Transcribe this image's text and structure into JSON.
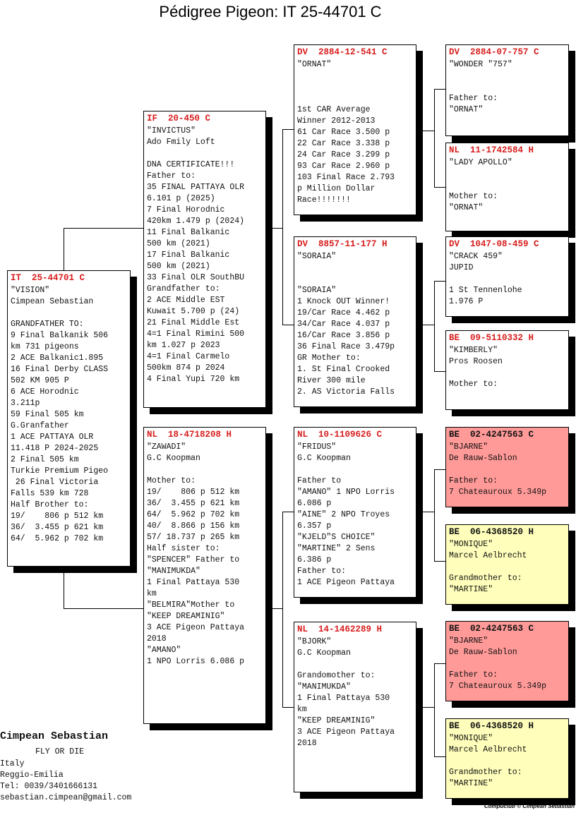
{
  "title": "Pédigree Pigeon: IT  25-44701 C",
  "boxes": {
    "b1": {
      "ring": "IT  25-44701 C",
      "style": "white",
      "lines": [
        "\"VISION\"",
        "Cimpean Sebastian",
        "",
        "GRANDFATHER TO:",
        "9 Final Balkanik 506",
        "km 731 pigeons",
        "2 ACE Balkanic1.895",
        "16 Final Derby CLASS",
        "502 KM 905 P",
        "6 ACE Horodnic",
        "3.211p",
        "59 Final 505 km",
        "G.Granfather",
        "1 ACE PATTAYA OLR",
        "11.418 P 2024-2025",
        "2 Final 505 km",
        "Turkie Premium Pigeo",
        " 26 Final Victoria",
        "Falls 539 km 728",
        "Half Brother to:",
        "19/    806 p 512 km",
        "36/  3.455 p 621 km",
        "64/  5.962 p 702 km"
      ]
    },
    "b2": {
      "ring": "IF  20-450 C",
      "style": "white",
      "lines": [
        "\"INVICTUS\"",
        "Ado Fmily Loft",
        "",
        "DNA CERTIFICATE!!!",
        "Father to:",
        "35 FINAL PATTAYA OLR",
        "6.101 p (2025)",
        "7 Final Horodnic",
        "420km 1.479 p (2024)",
        "11 Final Balkanic",
        "500 km (2021)",
        "17 Final Balkanic",
        "500 km (2021)",
        "33 Final OLR SouthBU",
        "Grandfather to:",
        "2 ACE Middle EST",
        "Kuwait 5.700 p (24)",
        "21 Final Middle Est",
        "4=1 Final Rimini 500",
        "km 1.027 p 2023",
        "4=1 Final Carmelo",
        "500km 874 p 2024",
        "4 Final Yupi 720 km"
      ]
    },
    "b3": {
      "ring": "NL  18-4718208 H",
      "style": "white",
      "lines": [
        "\"ZAWADI\"",
        "G.C Koopman",
        "",
        "Mother to:",
        "19/    806 p 512 km",
        "36/  3.455 p 621 km",
        "64/  5.962 p 702 km",
        "40/  8.866 p 156 km",
        "57/ 18.737 p 265 km",
        "Half sister to:",
        "\"SPENCER\" Father to",
        "\"MANIMUKDA\"",
        "1 Final Pattaya 530",
        "km",
        "\"BELMIRA\"Mother to",
        "\"KEEP DREAMINIG\"",
        "3 ACE Pigeon Pattaya",
        "2018",
        "\"AMANO\"",
        "1 NPO Lorris 6.086 p"
      ]
    },
    "b4": {
      "ring": "DV  2884-12-541 C",
      "style": "white",
      "lines": [
        "\"ORNAT\"",
        "",
        "",
        "",
        "1st CAR Average",
        "Winner 2012-2013",
        "61 Car Race 3.500 p",
        "22 Car Race 3.338 p",
        "24 Car Race 3.299 p",
        "93 Car Race 2.960 p",
        "103 Final Race 2.793",
        "p Million Dollar",
        "Race!!!!!!!"
      ]
    },
    "b5": {
      "ring": "DV  8857-11-177 H",
      "style": "white",
      "lines": [
        "\"SORAIA\"",
        "",
        "",
        "\"SORAIA\"",
        "1 Knock OUT Winner!",
        "19/Car Race 4.462 p",
        "34/Car Race 4.037 p",
        "16/Car Race 3.856 p",
        "36 Final Race 3.479p",
        "GR Mother to:",
        "1. St Final Crooked",
        "River 300 mile",
        "2. AS Victoria Falls"
      ]
    },
    "b6": {
      "ring": "NL  10-1109626 C",
      "style": "white",
      "lines": [
        "\"FRIDUS\"",
        "G.C Koopman",
        "",
        "Father to",
        "\"AMANO\" 1 NPO Lorris",
        "6.086 p",
        "\"AINE\" 2 NPO Troyes",
        "6.357 p",
        "\"KJELD\"S CHOICE\"",
        "\"MARTINE\" 2 Sens",
        "6.386 p",
        "Father to:",
        "1 ACE Pigeon Pattaya"
      ]
    },
    "b7": {
      "ring": "NL  14-1462289 H",
      "style": "white",
      "lines": [
        "\"BJORK\"",
        "G.C Koopman",
        "",
        "Grandomother to:",
        "\"MANIMUKDA\"",
        "1 Final Pattaya 530",
        "km",
        "\"KEEP DREAMINIG\"",
        "3 ACE Pigeon Pattaya",
        "2018"
      ]
    },
    "b8": {
      "ring": "DV  2884-07-757 C",
      "style": "white",
      "lines": [
        "\"WONDER \"757\"",
        "",
        "",
        "Father to:",
        "\"ORNAT\""
      ]
    },
    "b9": {
      "ring": "NL  11-1742584 H",
      "style": "white",
      "lines": [
        "\"LADY APOLLO\"",
        "",
        "",
        "Mother to:",
        "\"ORNAT\""
      ]
    },
    "b10": {
      "ring": "DV  1047-08-459 C",
      "style": "white",
      "lines": [
        "\"CRACK 459\"",
        "JUPID",
        "",
        "1 St Tennenlohe",
        "1.976 P"
      ]
    },
    "b11": {
      "ring": "BE  09-5110332 H",
      "style": "white",
      "lines": [
        "\"KIMBERLY\"",
        "Pros Roosen",
        "",
        "Mother to:"
      ]
    },
    "b12": {
      "ring": "BE  02-4247563 C",
      "style": "pink",
      "lines": [
        "\"BJARNE\"",
        "De Rauw-Sablon",
        "",
        "Father to:",
        "7 Chateauroux 5.349p"
      ]
    },
    "b13": {
      "ring": "BE  06-4368520 H",
      "style": "yellow",
      "lines": [
        "\"MONIQUE\"",
        "Marcel Aelbrecht",
        "",
        "Grandmother to:",
        "\"MARTINE\""
      ]
    },
    "b14": {
      "ring": "BE  02-4247563 C",
      "style": "pink",
      "lines": [
        "\"BJARNE\"",
        "De Rauw-Sablon",
        "",
        "Father to:",
        "7 Chateauroux 5.349p"
      ]
    },
    "b15": {
      "ring": "BE  06-4368520 H",
      "style": "yellow",
      "lines": [
        "\"MONIQUE\"",
        "Marcel Aelbrecht",
        "",
        "Grandmother to:",
        "\"MARTINE\""
      ]
    }
  },
  "owner": {
    "name": "Cimpean Sebastian",
    "motto": "FLY OR DIE",
    "country": "Italy",
    "city": "Reggio-Emilia",
    "phone": "Tel: 0039/3401666131",
    "email": "sebastian.cimpean@gmail.com"
  },
  "footer": "Compuclub © Cimpean Sebastian",
  "colors": {
    "ring_red": "#d81e1e",
    "pink": "#ff9a98",
    "yellow": "#ffffbb"
  }
}
